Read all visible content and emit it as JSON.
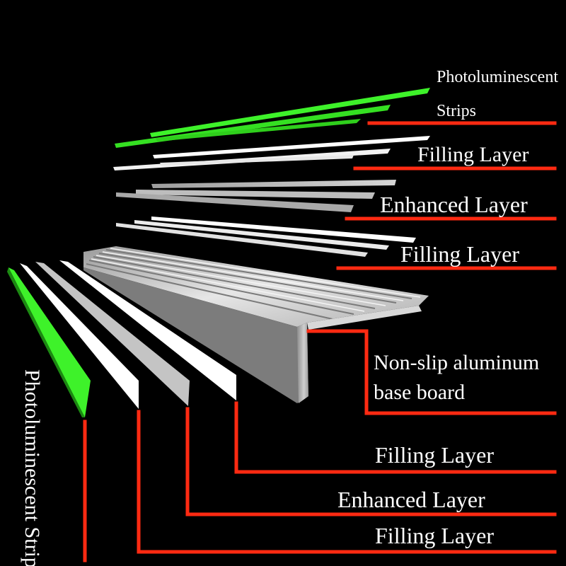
{
  "labels": {
    "top_photo_line1": "Photoluminescent",
    "top_photo_line2": "Strips",
    "top_filling_1": "Filling Layer",
    "top_enhanced": "Enhanced Layer",
    "top_filling_2": "Filling Layer",
    "base_line1": "Non-slip aluminum",
    "base_line2": "base board",
    "bottom_filling_1": "Filling Layer",
    "bottom_enhanced": "Enhanced Layer",
    "bottom_filling_2": "Filling Layer",
    "vertical_photo": "Photoluminescent Strips"
  },
  "colors": {
    "background": "#000000",
    "leader_line": "#ff2a12",
    "photoluminescent": "#3ef22a",
    "filling": "#ffffff",
    "enhanced": "#c4c4c4",
    "aluminum": "#b5b5b5"
  }
}
